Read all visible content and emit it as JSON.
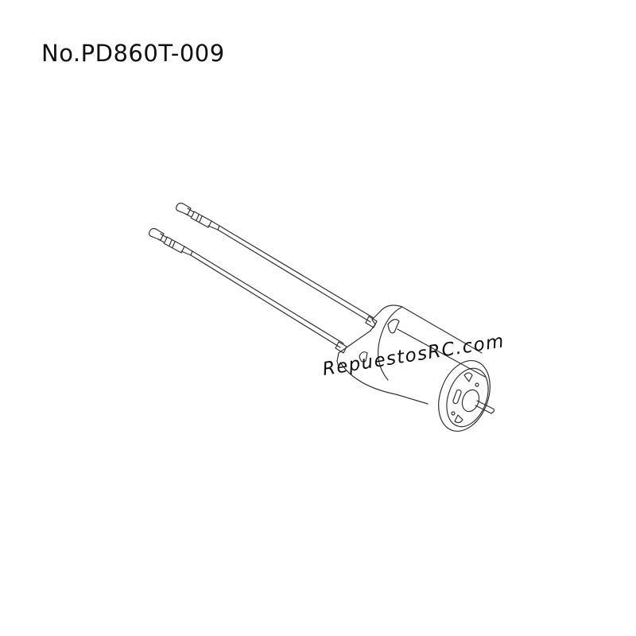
{
  "header": {
    "part_number": "No.PD860T-009"
  },
  "diagram": {
    "subject": "motor-with-two-lead-wires",
    "components": [
      "bullet-connector-1",
      "bullet-connector-2",
      "lead-wire-1",
      "lead-wire-2",
      "motor-can",
      "motor-end-bell",
      "motor-shaft"
    ],
    "line_color": "#333333"
  },
  "watermark": {
    "text": "RepuestosRC.com"
  }
}
